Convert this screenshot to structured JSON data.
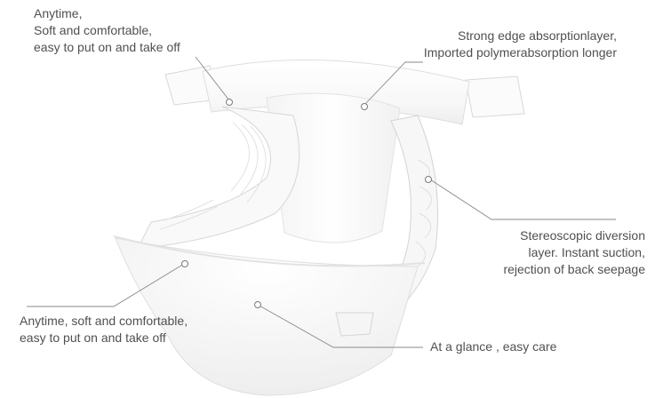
{
  "callouts": {
    "top_left": {
      "lines": [
        "Anytime,",
        "Soft and comfortable,",
        "easy to put on and take off"
      ]
    },
    "top_right": {
      "lines": [
        "Strong edge absorptionlayer,",
        "Imported polymerabsorption longer"
      ]
    },
    "middle_right": {
      "lines": [
        "Stereoscopic diversion",
        "layer. Instant suction,",
        "rejection of back seepage"
      ]
    },
    "bottom_left": {
      "lines": [
        "Anytime, soft and comfortable,",
        "easy to put on and take off"
      ]
    },
    "bottom_right": {
      "lines": [
        "At a glance , easy care"
      ]
    }
  },
  "colors": {
    "background": "#ffffff",
    "text": "#505050",
    "leader_line": "#8a8a8a",
    "product_outline": "#dcdcdc"
  },
  "icons": [
    "diaper-illustration"
  ]
}
